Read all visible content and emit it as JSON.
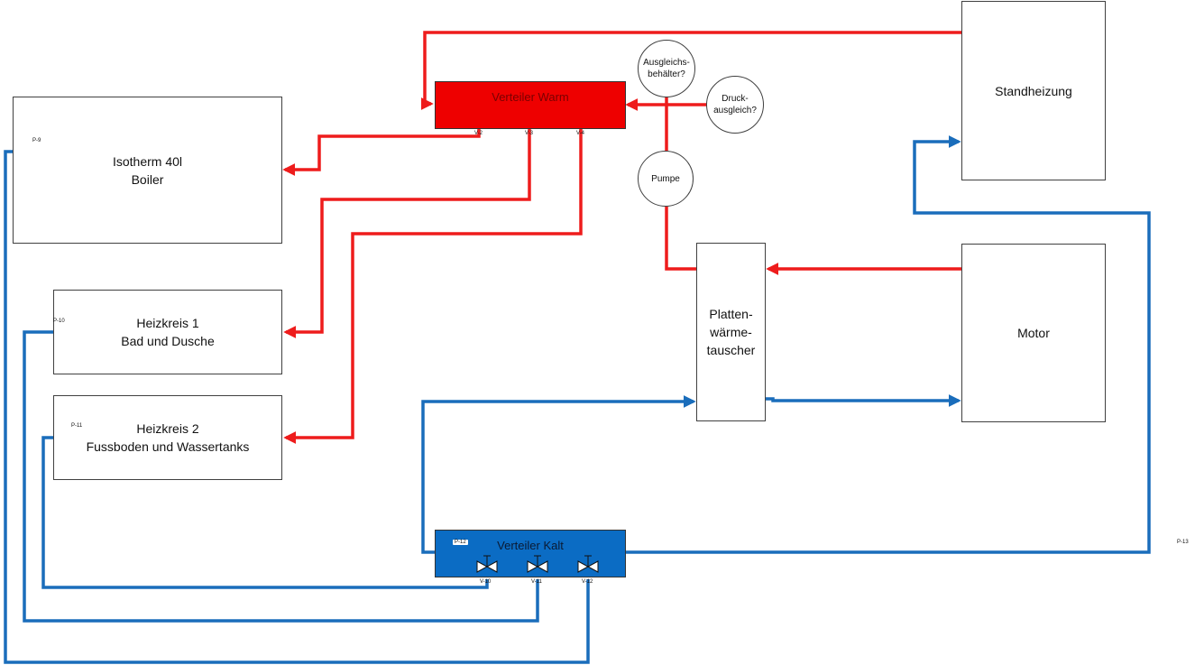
{
  "colors": {
    "hot": "#ee1c1c",
    "cold": "#1a6dbb",
    "warm_manifold": "#ee0000",
    "cold_manifold": "#0b6cc4"
  },
  "boxes": {
    "boiler": {
      "line1": "Isotherm 40l",
      "line2": "Boiler"
    },
    "heizkreis1": {
      "line1": "Heizkreis 1",
      "line2": "Bad und Dusche"
    },
    "heizkreis2": {
      "line1": "Heizkreis 2",
      "line2": "Fussboden und Wassertanks"
    },
    "standheizung": {
      "label": "Standheizung"
    },
    "motor": {
      "label": "Motor"
    },
    "waermetauscher": {
      "line1": "Platten-",
      "line2": "wärme-",
      "line3": "tauscher"
    }
  },
  "manifolds": {
    "warm": {
      "label": "Verteiler Warm",
      "valves": [
        "V-2",
        "V-3",
        "V-4"
      ]
    },
    "kalt": {
      "label": "Verteiler Kalt",
      "tag": "P-12",
      "valves": [
        "V-10",
        "V-11",
        "V-12"
      ]
    }
  },
  "circles": {
    "ausgleich": {
      "line1": "Ausgleichs-",
      "line2": "behälter?"
    },
    "druck": {
      "line1": "Druck-",
      "line2": "ausgleich?"
    },
    "pumpe": {
      "label": "Pumpe"
    }
  },
  "pipe_tags": {
    "p9": "P-9",
    "p10": "P-10",
    "p11": "P-11",
    "p13": "P-13"
  }
}
